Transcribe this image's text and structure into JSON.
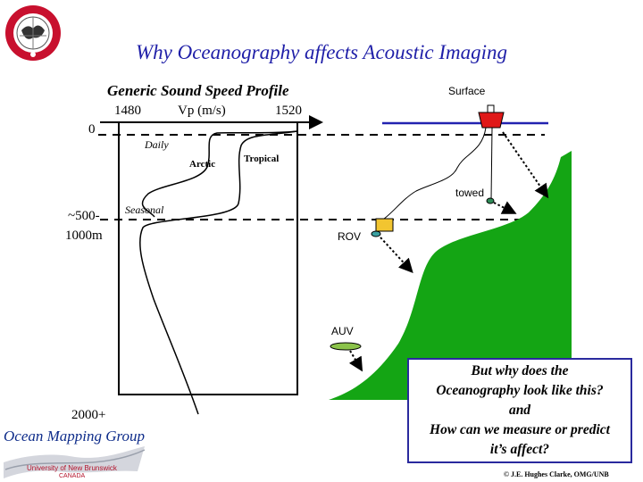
{
  "slide": {
    "title": "Why Oceanography affects Acoustic Imaging"
  },
  "profile": {
    "title": "Generic Sound Speed Profile",
    "x_tick_min": "1480",
    "x_axis_label": "Vp (m/s)",
    "x_tick_max": "1520",
    "depth_zero": "0",
    "depth_mid_line1": "~500-",
    "depth_mid_line2": "1000m",
    "depth_bottom": "2000+",
    "labels": {
      "daily": "Daily",
      "arctic": "Arctic",
      "tropical": "Tropical",
      "seasonal": "Seasonal"
    }
  },
  "scene": {
    "surface": "Surface",
    "towed": "towed",
    "rov": "ROV",
    "auv": "AUV"
  },
  "question": {
    "lines": [
      "But why does the",
      "Oceanography look like this?",
      "and",
      "How can we measure or predict",
      "it’s affect?"
    ]
  },
  "footer": {
    "org": "Ocean Mapping Group",
    "university": "University of New Brunswick",
    "country": "CANADA",
    "credit": "© J.E. Hughes Clarke, OMG/UNB"
  },
  "colors": {
    "title": "#1f1fa8",
    "seafloor": "#14a514",
    "ship_hull": "#e01818",
    "rov": "#f2c530",
    "auv": "#8bc34a",
    "box_border": "#2a2a9e"
  },
  "icons": {
    "logo": "geodesy-geomatics-engineering-seal-icon",
    "ship": "survey-ship-icon",
    "rov": "rov-vehicle-icon",
    "towfish": "towfish-icon",
    "auv": "auv-vehicle-icon",
    "wave": "wave-logo-icon"
  }
}
